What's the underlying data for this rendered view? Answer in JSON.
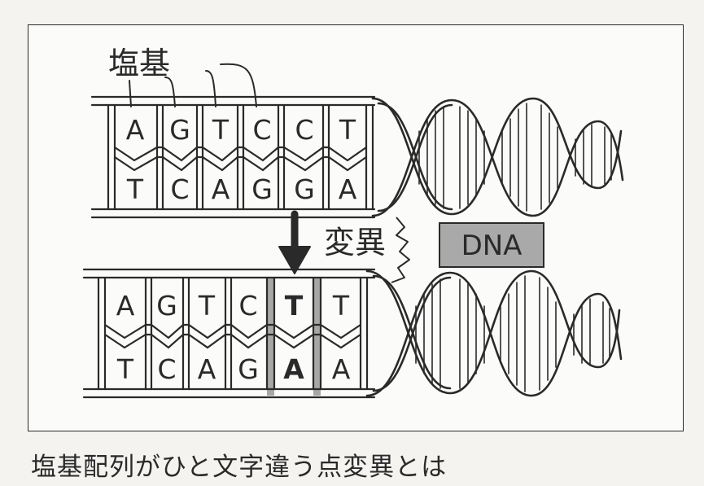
{
  "diagram": {
    "base_label": "塩基",
    "mutation_label": "変異",
    "dna_label": "DNA",
    "top_strand": {
      "upper": [
        "A",
        "G",
        "T",
        "C",
        "C",
        "T"
      ],
      "lower": [
        "T",
        "C",
        "A",
        "G",
        "G",
        "A"
      ]
    },
    "bottom_strand": {
      "upper": [
        "A",
        "G",
        "T",
        "C",
        "T",
        "T"
      ],
      "lower": [
        "T",
        "C",
        "A",
        "G",
        "A",
        "A"
      ],
      "mutated_index": 4
    },
    "colors": {
      "ink": "#2a2a2a",
      "highlight": "#a7a7a7",
      "dna_box": "#a9a9a9"
    }
  },
  "caption": "塩基配列がひと文字違う点変異とは"
}
